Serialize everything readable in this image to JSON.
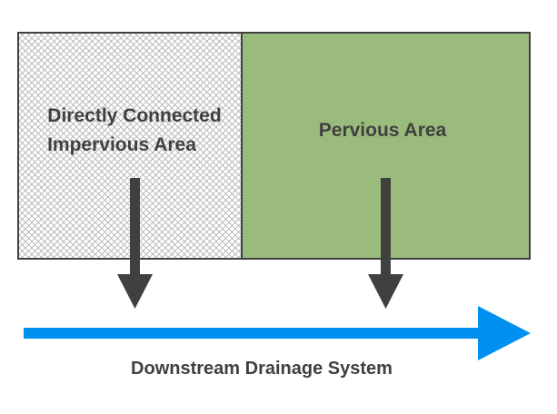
{
  "areas": {
    "impervious": {
      "label_line1": "Directly Connected",
      "label_line2": "Impervious Area",
      "fill_pattern": "crosshatch",
      "hatch_color": "#b3b3b3"
    },
    "pervious": {
      "label": "Pervious Area",
      "fill_color": "#9bbb7d"
    }
  },
  "flow": {
    "arrow_color": "#404040"
  },
  "drainage": {
    "label": "Downstream Drainage System",
    "arrow_color": "#0090f0"
  },
  "border_color": "#404040"
}
